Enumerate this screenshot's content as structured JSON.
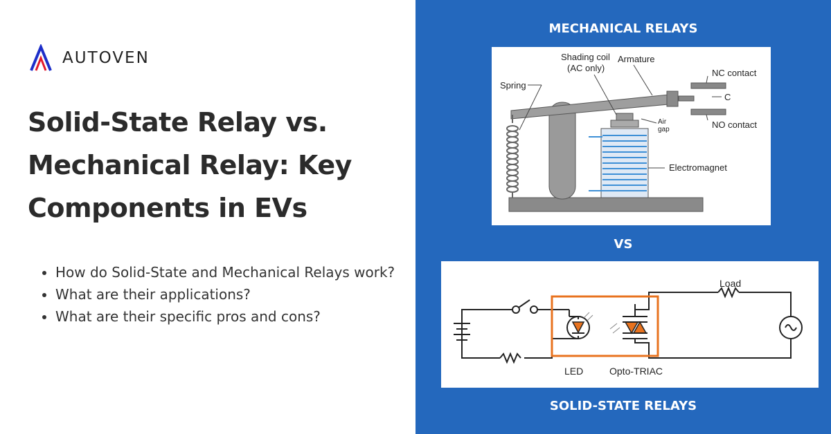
{
  "brand": {
    "name": "AUTOVEN",
    "colors": {
      "primary": "#1d2ec9",
      "accent": "#e2182b"
    }
  },
  "headline": "Solid-State Relay vs. Mechanical Relay: Key Components in EVs",
  "bullets": [
    "How do Solid-State and Mechanical Relays work?",
    "What are their applications?",
    "What are their specific pros and cons?"
  ],
  "panel": {
    "background": "#2468bd",
    "top_label": "MECHANICAL RELAYS",
    "vs_label": "VS",
    "bottom_label": "SOLID-STATE RELAYS"
  },
  "mech_diagram": {
    "labels": {
      "shading_coil_1": "Shading coil",
      "shading_coil_2": "(AC only)",
      "armature": "Armature",
      "spring": "Spring",
      "nc_contact": "NC contact",
      "c": "C",
      "no_contact": "NO contact",
      "air": "Air",
      "gap": "gap",
      "electromagnet": "Electromagnet"
    }
  },
  "ssr_diagram": {
    "accent": "#e8731f",
    "labels": {
      "load": "Load",
      "led": "LED",
      "opto_triac": "Opto-TRIAC"
    }
  }
}
